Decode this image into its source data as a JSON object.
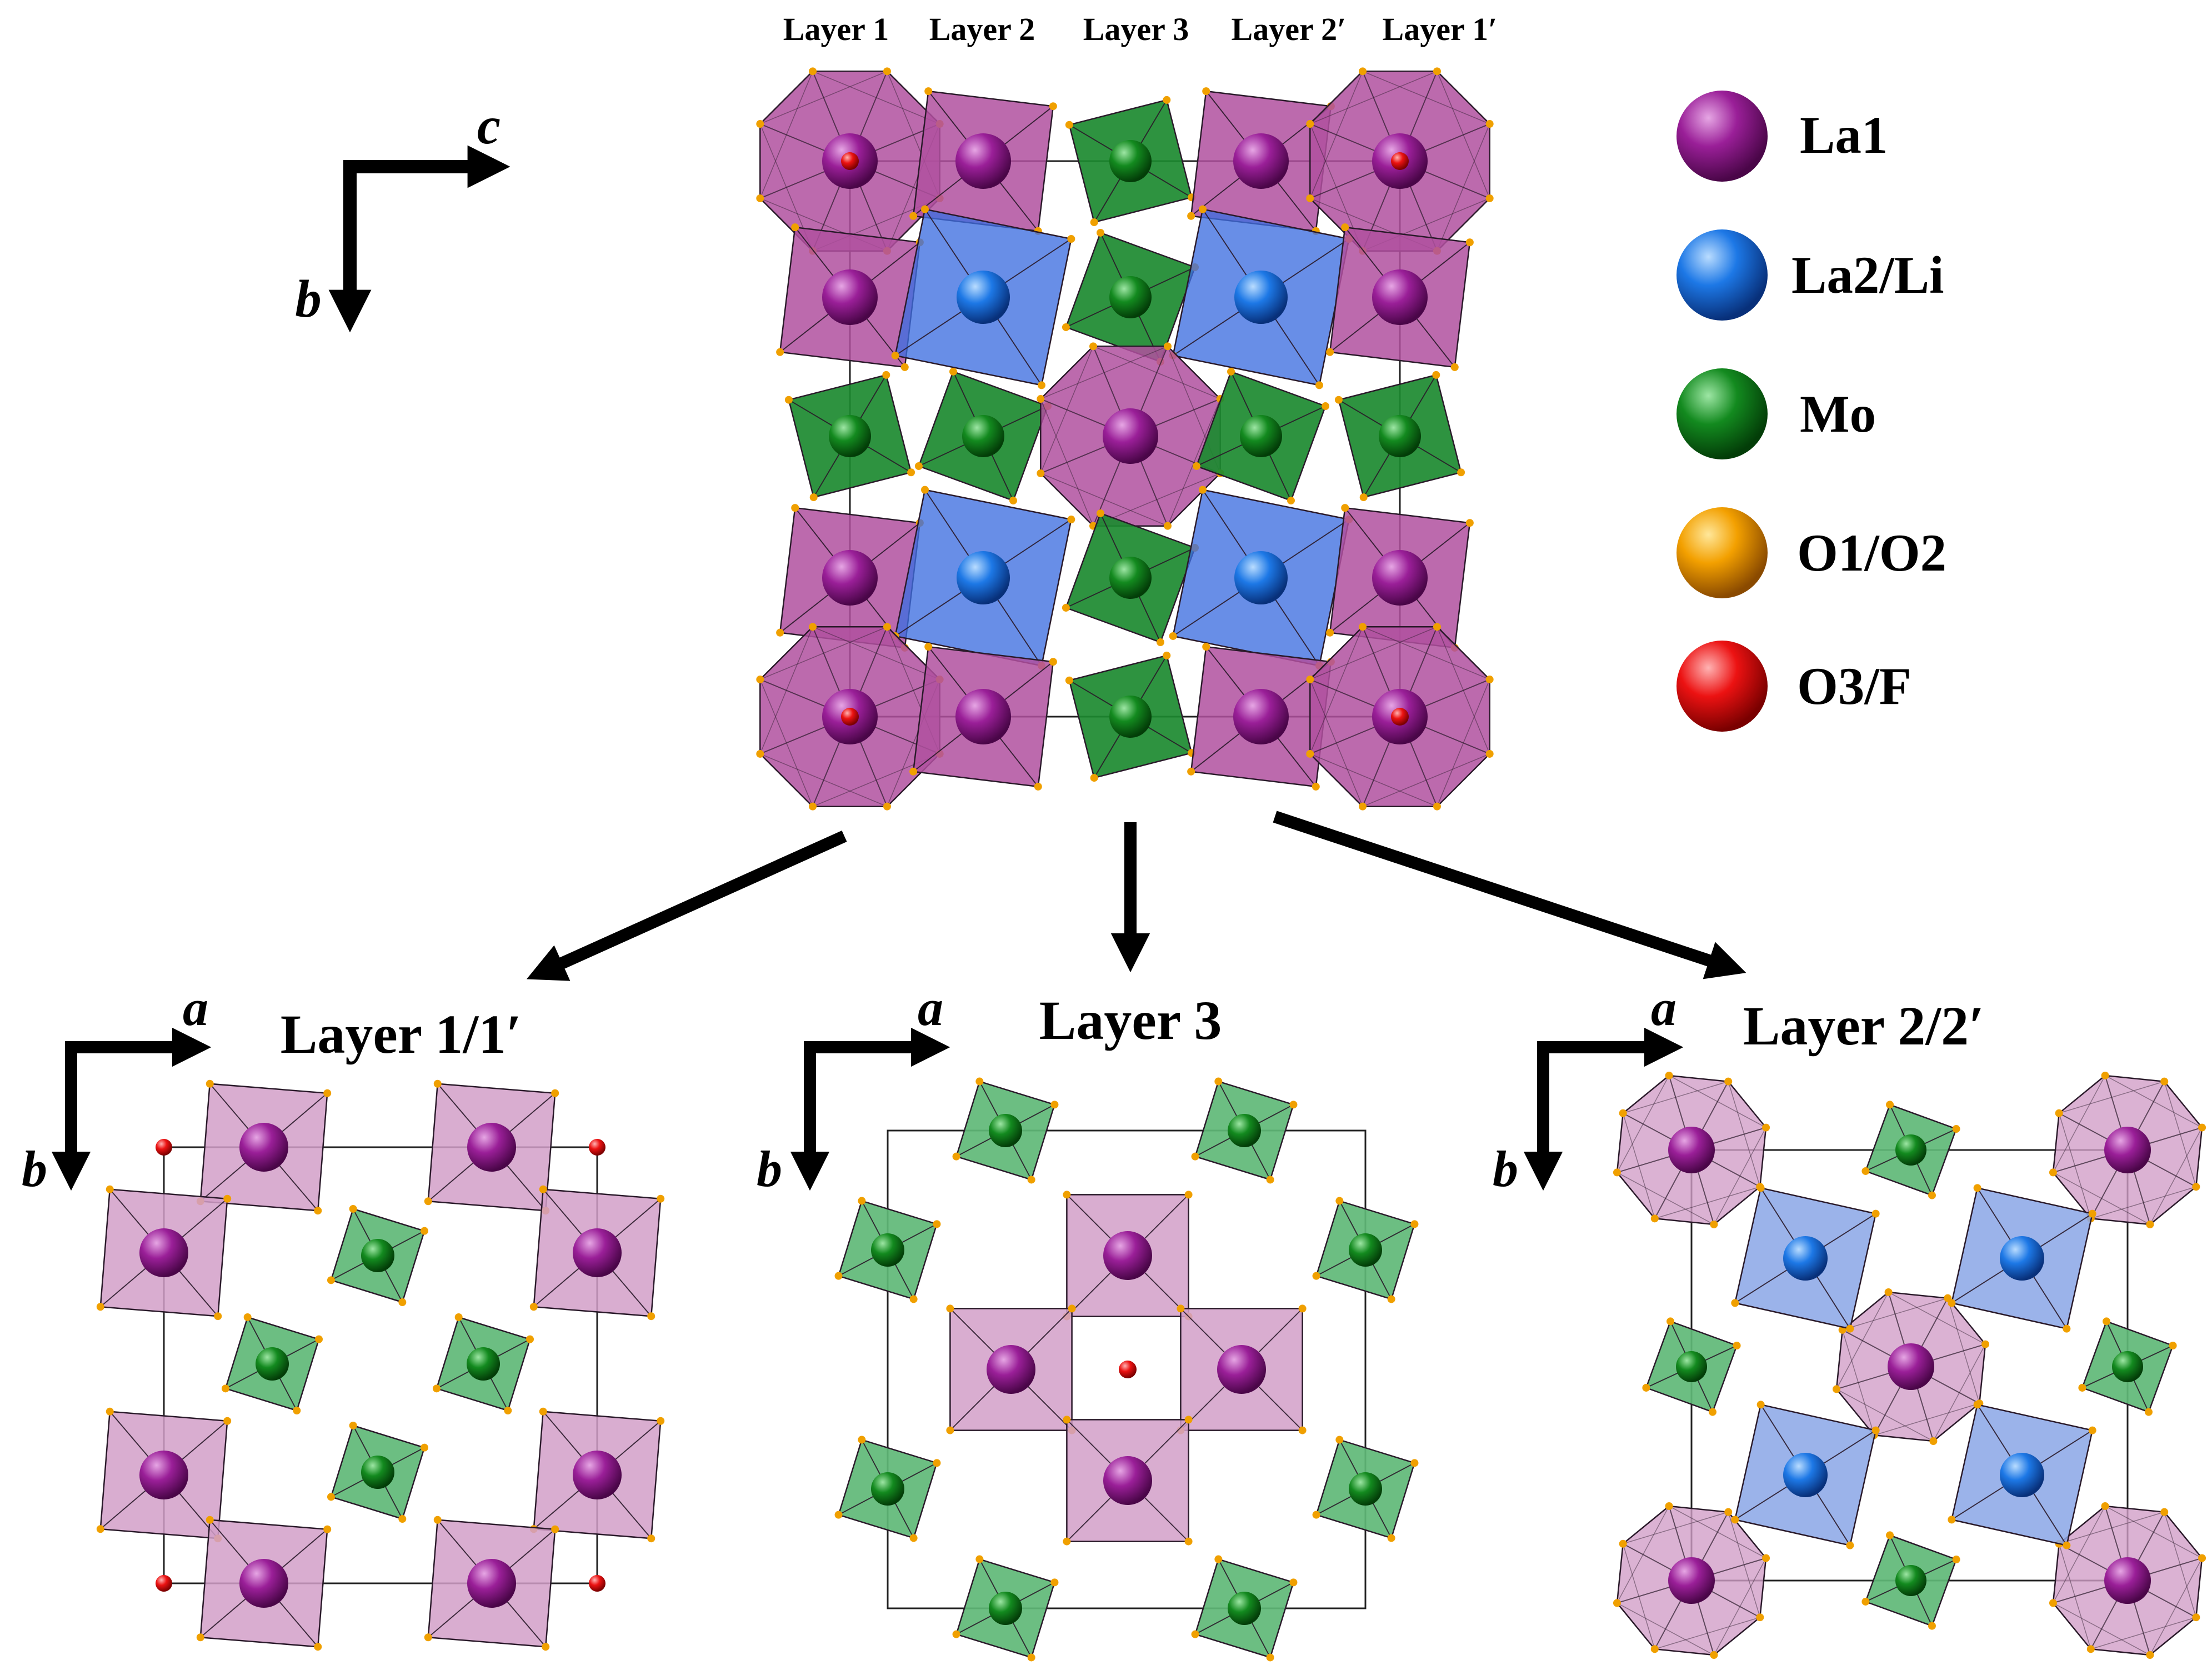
{
  "top_layer_labels": [
    "Layer 1",
    "Layer 2",
    "Layer 3",
    "Layer 2′",
    "Layer 1′"
  ],
  "axes": {
    "top": {
      "h": "c",
      "v": "b"
    },
    "left": {
      "h": "a",
      "v": "b"
    },
    "mid": {
      "h": "a",
      "v": "b"
    },
    "right": {
      "h": "a",
      "v": "b"
    }
  },
  "legend": [
    {
      "label": "La1",
      "color": "#8e1a8c"
    },
    {
      "label": "La2/Li",
      "color": "#1e6fe0"
    },
    {
      "label": "Mo",
      "color": "#0f7a1a"
    },
    {
      "label": "O1/O2",
      "color": "#f0a000"
    },
    {
      "label": "O3/F",
      "color": "#e51010"
    }
  ],
  "panel_titles": {
    "left": "Layer 1/1′",
    "mid": "Layer 3",
    "right": "Layer 2/2′"
  },
  "colors": {
    "la1_poly": "#b0509f",
    "la1_poly_light": "#d29fc8",
    "la2_poly": "#3d6ee0",
    "la2_poly_light": "#8aa6e6",
    "mo_poly": "#1c8a30",
    "mo_poly_light": "#5fb877",
    "oxygen": "#f0a000",
    "cell_line": "#222222"
  }
}
